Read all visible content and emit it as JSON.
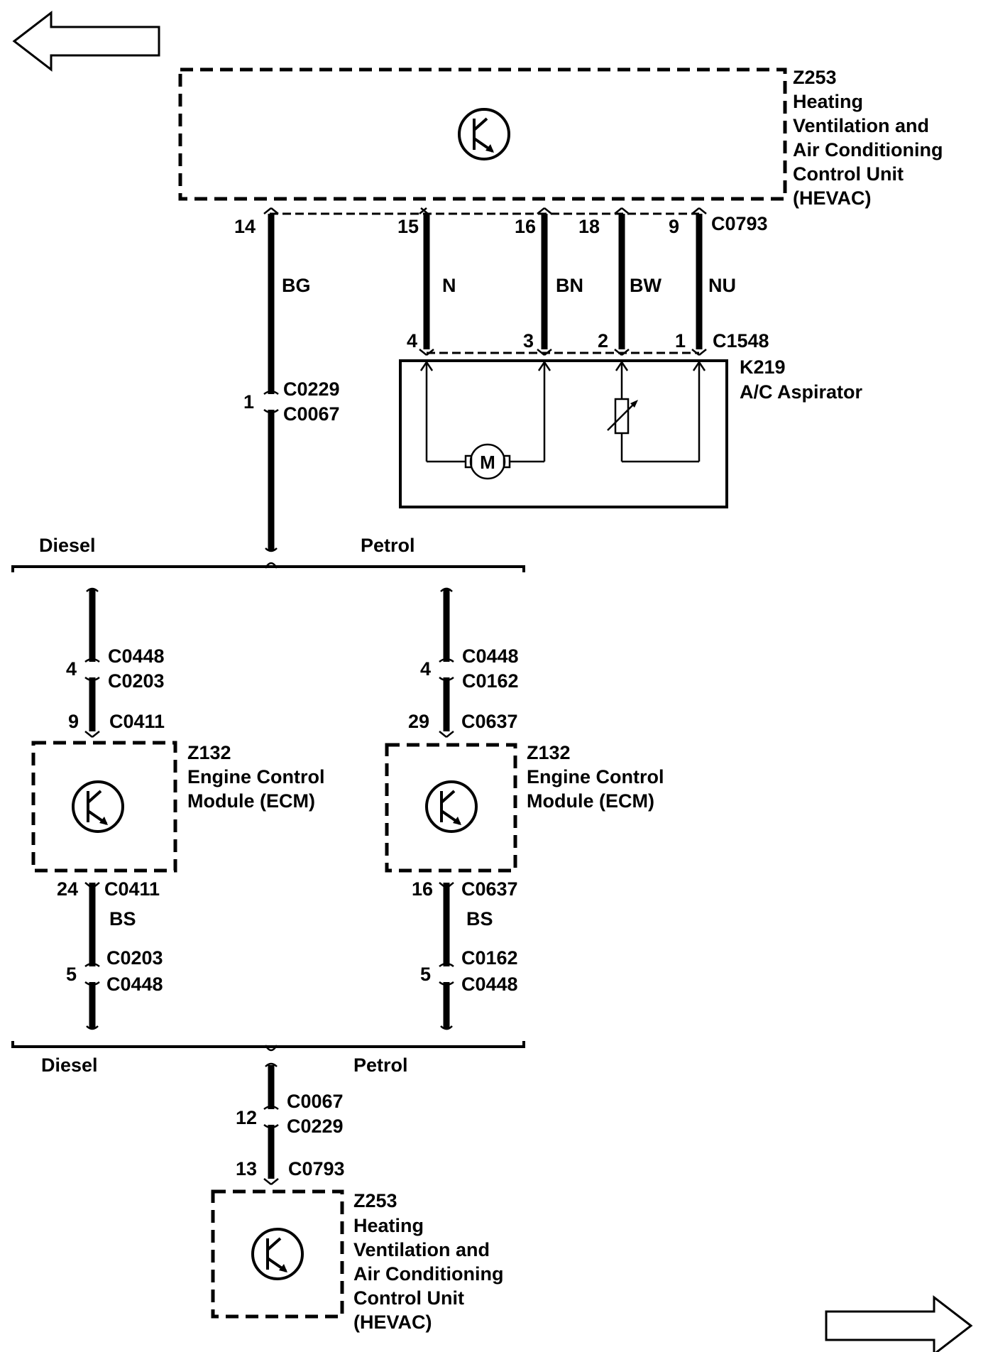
{
  "hevac_top": {
    "id": "Z253",
    "name_lines": [
      "Heating",
      "Ventilation and",
      "Air Conditioning",
      "Control Unit",
      "(HEVAC)"
    ],
    "connector": "C0793",
    "pins": [
      "14",
      "15",
      "16",
      "18",
      "9"
    ]
  },
  "wires": {
    "bg": "BG",
    "n": "N",
    "bn": "BN",
    "bw": "BW",
    "nu": "NU",
    "bs_left": "BS",
    "bs_right": "BS"
  },
  "aspirator": {
    "id": "K219",
    "name": "A/C Aspirator",
    "connector": "C1548",
    "pins": [
      "4",
      "3",
      "2",
      "1"
    ],
    "motor_label": "M"
  },
  "inline_top": {
    "pin": "1",
    "connectors": [
      "C0229",
      "C0067"
    ]
  },
  "split_top": {
    "left": "Diesel",
    "right": "Petrol"
  },
  "ecm_diesel": {
    "id": "Z132",
    "name_lines": [
      "Engine Control",
      "Module (ECM)"
    ],
    "upper_inline_pin": "4",
    "upper_inline_connectors": [
      "C0448",
      "C0203"
    ],
    "upper_pin": "9",
    "upper_connector": "C0411",
    "lower_pin": "24",
    "lower_connector": "C0411",
    "lower_inline_pin": "5",
    "lower_inline_connectors": [
      "C0203",
      "C0448"
    ]
  },
  "ecm_petrol": {
    "id": "Z132",
    "name_lines": [
      "Engine Control",
      "Module (ECM)"
    ],
    "upper_inline_pin": "4",
    "upper_inline_connectors": [
      "C0448",
      "C0162"
    ],
    "upper_pin": "29",
    "upper_connector": "C0637",
    "lower_pin": "16",
    "lower_connector": "C0637",
    "lower_inline_pin": "5",
    "lower_inline_connectors": [
      "C0162",
      "C0448"
    ]
  },
  "split_bottom": {
    "left": "Diesel",
    "right": "Petrol"
  },
  "inline_bottom": {
    "pin": "12",
    "connectors": [
      "C0067",
      "C0229"
    ]
  },
  "hevac_bottom": {
    "id": "Z253",
    "name_lines": [
      "Heating",
      "Ventilation and",
      "Air Conditioning",
      "Control Unit",
      "(HEVAC)"
    ],
    "pin": "13",
    "connector": "C0793"
  }
}
